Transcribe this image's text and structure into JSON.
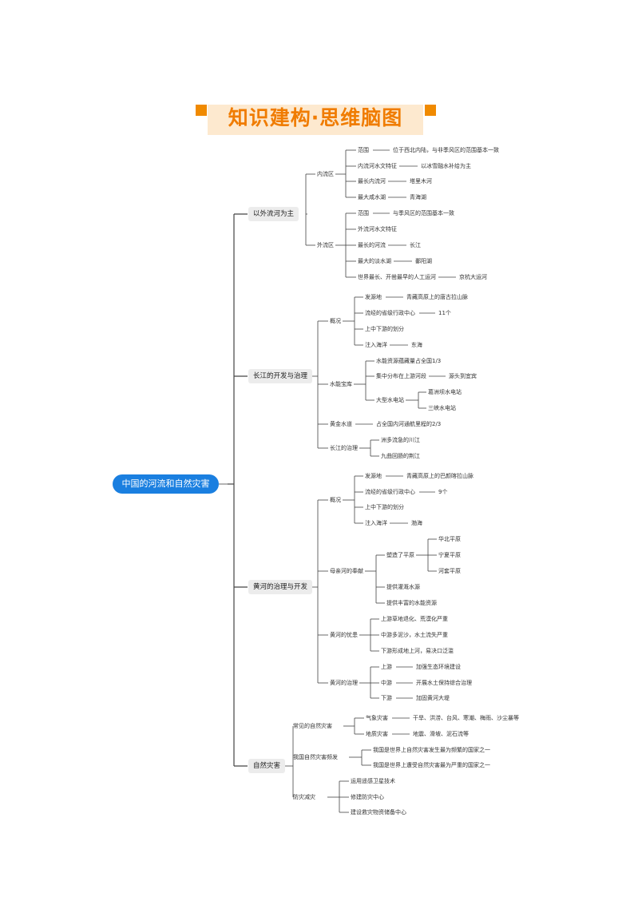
{
  "header": {
    "title": "知识建构·思维脑图"
  },
  "root": {
    "label": "中国的河流和自然灾害"
  },
  "branches": [
    {
      "label": "以外流河为主",
      "children": [
        {
          "label": "内流区",
          "children": [
            {
              "label": "范围",
              "detail": "位于西北内陆，与非季风区的范围基本一致"
            },
            {
              "label": "内流河水文特征",
              "detail": "以冰雪融水补给为主"
            },
            {
              "label": "最长内流河",
              "detail": "塔里木河"
            },
            {
              "label": "最大咸水湖",
              "detail": "青海湖"
            }
          ]
        },
        {
          "label": "外流区",
          "children": [
            {
              "label": "范围",
              "detail": "与季风区的范围基本一致"
            },
            {
              "label": "外流河水文特征"
            },
            {
              "label": "最长的河流",
              "detail": "长江"
            },
            {
              "label": "最大的淡水湖",
              "detail": "鄱阳湖"
            },
            {
              "label": "世界最长、开凿最早的人工运河",
              "detail": "京杭大运河"
            }
          ]
        }
      ]
    },
    {
      "label": "长江的开发与治理",
      "children": [
        {
          "label": "概况",
          "children": [
            {
              "label": "发源地",
              "detail": "青藏高原上的唐古拉山脉"
            },
            {
              "label": "流经的省级行政中心",
              "detail": "11个"
            },
            {
              "label": "上中下游的划分"
            },
            {
              "label": "注入海洋",
              "detail": "东海"
            }
          ]
        },
        {
          "label": "水能宝库",
          "children": [
            {
              "label": "水能资源蕴藏量占全国1/3"
            },
            {
              "label": "集中分布在上游河段",
              "detail": "源头到宜宾"
            },
            {
              "label": "大型水电站",
              "items": [
                "葛洲坝水电站",
                "三峡水电站"
              ]
            }
          ]
        },
        {
          "label": "黄金水道",
          "detail": "占全国内河通航里程的2/3"
        },
        {
          "label": "长江的治理",
          "children": [
            {
              "label": "洲多流急的川江"
            },
            {
              "label": "九曲回肠的荆江"
            }
          ]
        }
      ]
    },
    {
      "label": "黄河的治理与开发",
      "children": [
        {
          "label": "概况",
          "children": [
            {
              "label": "发源地",
              "detail": "青藏高原上的巴颜喀拉山脉"
            },
            {
              "label": "流经的省级行政中心",
              "detail": "9个"
            },
            {
              "label": "上中下游的划分"
            },
            {
              "label": "注入海洋",
              "detail": "渤海"
            }
          ]
        },
        {
          "label": "母亲河的奉献",
          "children": [
            {
              "label": "塑造了平原",
              "items": [
                "华北平原",
                "宁夏平原",
                "河套平原"
              ]
            },
            {
              "label": "提供灌溉水源"
            },
            {
              "label": "提供丰富的水能资源"
            }
          ]
        },
        {
          "label": "黄河的忧患",
          "children": [
            {
              "label": "上游草地退化、荒漠化严重"
            },
            {
              "label": "中游多泥沙，水土流失严重"
            },
            {
              "label": "下游形成地上河，易决口泛滥"
            }
          ]
        },
        {
          "label": "黄河的治理",
          "children": [
            {
              "label": "上游",
              "detail": "加强生态环境建设"
            },
            {
              "label": "中游",
              "detail": "开展水土保持综合治理"
            },
            {
              "label": "下游",
              "detail": "加固黄河大堤"
            }
          ]
        }
      ]
    },
    {
      "label": "自然灾害",
      "children": [
        {
          "label": "常见的自然灾害",
          "children": [
            {
              "label": "气象灾害",
              "detail": "干旱、洪涝、台风、寒潮、梅雨、沙尘暴等"
            },
            {
              "label": "地质灾害",
              "detail": "地震、滑坡、泥石流等"
            }
          ]
        },
        {
          "label": "我国自然灾害频发",
          "children": [
            {
              "label": "我国是世界上自然灾害发生最为频繁的国家之一"
            },
            {
              "label": "我国是世界上遭受自然灾害最为严重的国家之一"
            }
          ]
        },
        {
          "label": "防灾减灾",
          "children": [
            {
              "label": "运用遥感卫星技术"
            },
            {
              "label": "修建防灾中心"
            },
            {
              "label": "建设救灾物资储备中心"
            }
          ]
        }
      ]
    }
  ],
  "colors": {
    "root_bg": "#1a7fe0",
    "title": "#f07c00",
    "title_band": "#fde9cf",
    "line": "#444444"
  }
}
